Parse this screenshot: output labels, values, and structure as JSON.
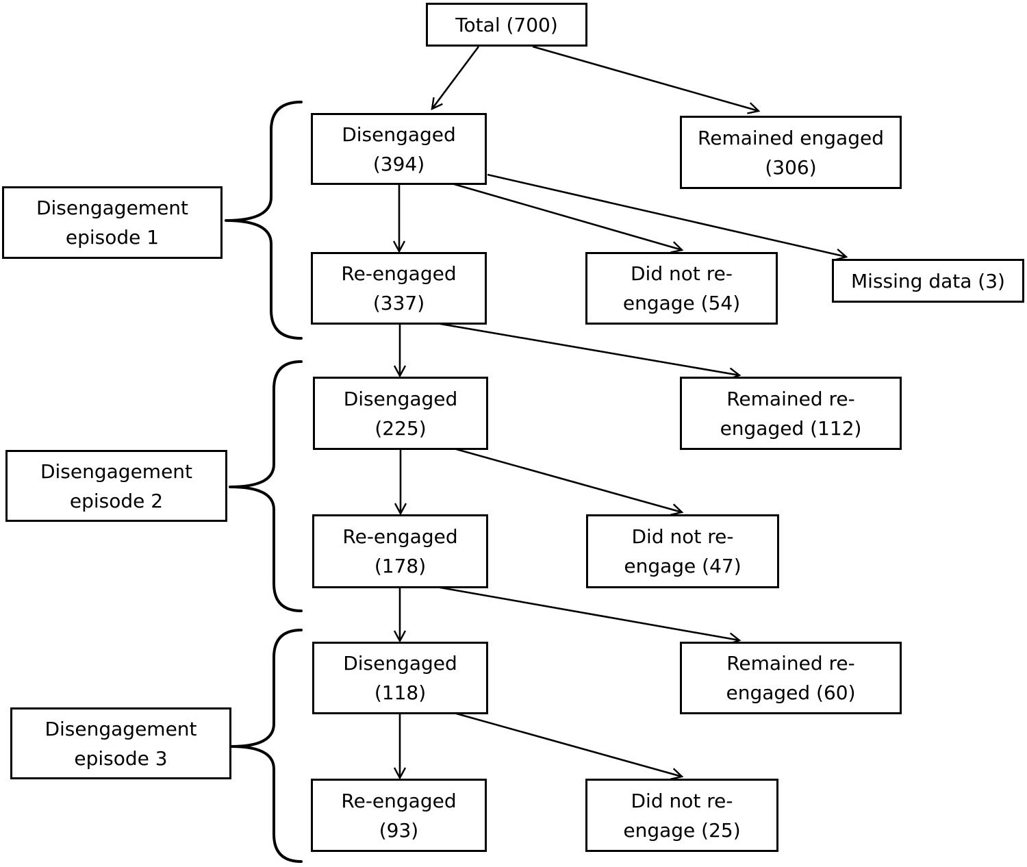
{
  "diagram": {
    "nodes": {
      "total": "Total (700)",
      "e1_disengaged": "Disengaged\n(394)",
      "e1_remained_engaged": "Remained engaged\n(306)",
      "e1_reengaged": "Re-engaged\n(337)",
      "e1_did_not_reengage": "Did not re-\nengage (54)",
      "e1_missing_data": "Missing data (3)",
      "e2_disengaged": "Disengaged\n(225)",
      "e2_remained_reengaged": "Remained re-\nengaged (112)",
      "e2_reengaged": "Re-engaged\n(178)",
      "e2_did_not_reengage": "Did not re-\nengage (47)",
      "e3_disengaged": "Disengaged\n(118)",
      "e3_remained_reengaged": "Remained re-\nengaged (60)",
      "e3_reengaged": "Re-engaged\n(93)",
      "e3_did_not_reengage": "Did not re-\nengage (25)"
    },
    "episodes": [
      {
        "label": "Disengagement\nepisode 1"
      },
      {
        "label": "Disengagement\nepisode 2"
      },
      {
        "label": "Disengagement\nepisode 3"
      }
    ],
    "edges": [
      [
        "total",
        "e1_disengaged"
      ],
      [
        "total",
        "e1_remained_engaged"
      ],
      [
        "e1_disengaged",
        "e1_reengaged"
      ],
      [
        "e1_disengaged",
        "e1_did_not_reengage"
      ],
      [
        "e1_disengaged",
        "e1_missing_data"
      ],
      [
        "e1_reengaged",
        "e2_disengaged"
      ],
      [
        "e1_reengaged",
        "e2_remained_reengaged"
      ],
      [
        "e2_disengaged",
        "e2_reengaged"
      ],
      [
        "e2_disengaged",
        "e2_did_not_reengage"
      ],
      [
        "e2_reengaged",
        "e3_disengaged"
      ],
      [
        "e2_reengaged",
        "e3_remained_reengaged"
      ],
      [
        "e3_disengaged",
        "e3_reengaged"
      ],
      [
        "e3_disengaged",
        "e3_did_not_reengage"
      ]
    ]
  }
}
